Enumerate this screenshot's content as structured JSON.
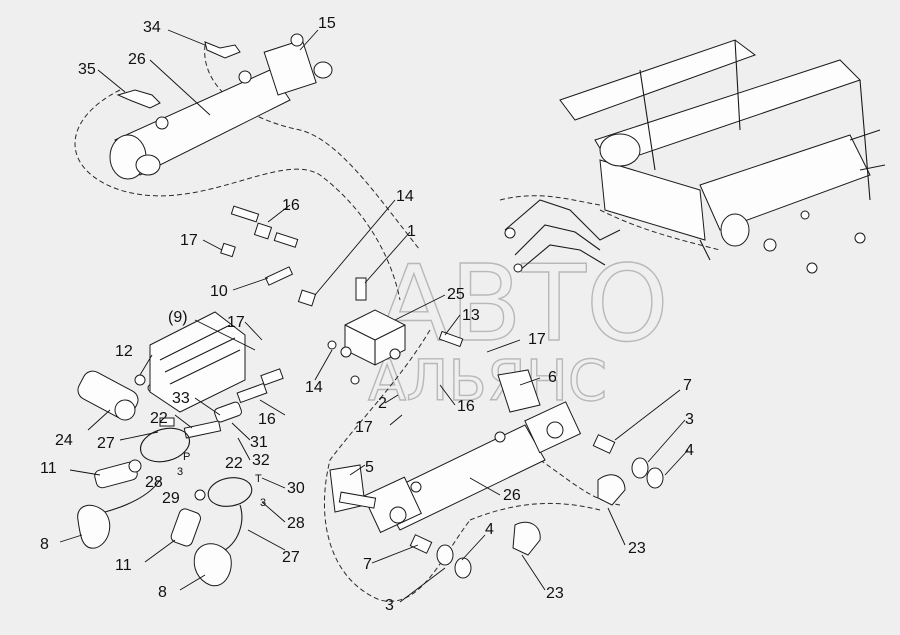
{
  "watermark": {
    "line1": "АВТО",
    "line2": "АЛЬЯНС"
  },
  "labels": {
    "l1": "1",
    "l2": "2",
    "l3a": "3",
    "l3b": "3",
    "l4a": "4",
    "l4b": "4",
    "l5": "5",
    "l6": "6",
    "l7a": "7",
    "l7b": "7",
    "l8a": "8",
    "l8b": "8",
    "l9": "(9)",
    "l10": "10",
    "l11a": "11",
    "l11b": "11",
    "l12": "12",
    "l13": "13",
    "l14a": "14",
    "l14b": "14",
    "l15": "15",
    "l16a": "16",
    "l16b": "16",
    "l16c": "16",
    "l17a": "17",
    "l17b": "17",
    "l17c": "17",
    "l17d": "17",
    "l22a": "22",
    "l22b": "22",
    "l23a": "23",
    "l23b": "23",
    "l24": "24",
    "l25": "25",
    "l26a": "26",
    "l26b": "26",
    "l27a": "27",
    "l27b": "27",
    "l28a": "28",
    "l28b": "28",
    "l29": "29",
    "l30": "30",
    "l31": "31",
    "l32": "32",
    "l33": "33",
    "l34": "34",
    "l35": "35"
  },
  "small_text": {
    "p": "P",
    "three_a": "3",
    "t": "T",
    "three_b": "3"
  }
}
